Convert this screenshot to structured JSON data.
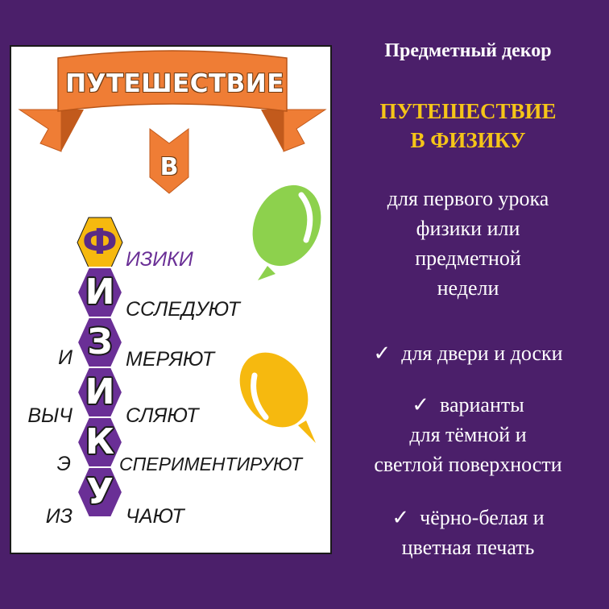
{
  "poster": {
    "banner_title": "ПУТЕШЕСТВИЕ",
    "preposition": "В",
    "acrostic": [
      {
        "prefix": "",
        "letter": "Ф",
        "suffix": "ИЗИКИ"
      },
      {
        "prefix": "",
        "letter": "И",
        "suffix": "ССЛЕДУЮТ"
      },
      {
        "prefix": "И",
        "letter": "З",
        "suffix": "МЕРЯЮТ"
      },
      {
        "prefix": "ВЫЧ",
        "letter": "И",
        "suffix": "СЛЯЮТ"
      },
      {
        "prefix": "Э",
        "letter": "К",
        "suffix": "СПЕРИМЕНТИРУЮТ"
      },
      {
        "prefix": "ИЗ",
        "letter": "У",
        "suffix": "ЧАЮТ"
      }
    ]
  },
  "info": {
    "subtitle": "Предметный декор",
    "title_line1": "ПУТЕШЕСТВИЕ",
    "title_line2": "В ФИЗИКУ",
    "desc_lines": [
      "для первого урока",
      "физики или",
      "предметной",
      "недели"
    ],
    "features": [
      {
        "check": "✓",
        "lines": [
          "для двери и доски"
        ]
      },
      {
        "check": "✓",
        "lines": [
          "варианты",
          "для тёмной  и",
          "светлой поверхности"
        ]
      },
      {
        "check": "✓",
        "lines": [
          "чёрно-белая и",
          "цветная печать"
        ]
      }
    ]
  },
  "colors": {
    "background": "#4b1f6a",
    "banner_orange": "#ef7d35",
    "banner_dark": "#c25a1c",
    "hex_purple": "#6a2f96",
    "hex_gold": "#f6b90f",
    "balloon_green": "#8dd14d",
    "balloon_yellow": "#f6b90f",
    "title_gold": "#f5c518"
  }
}
